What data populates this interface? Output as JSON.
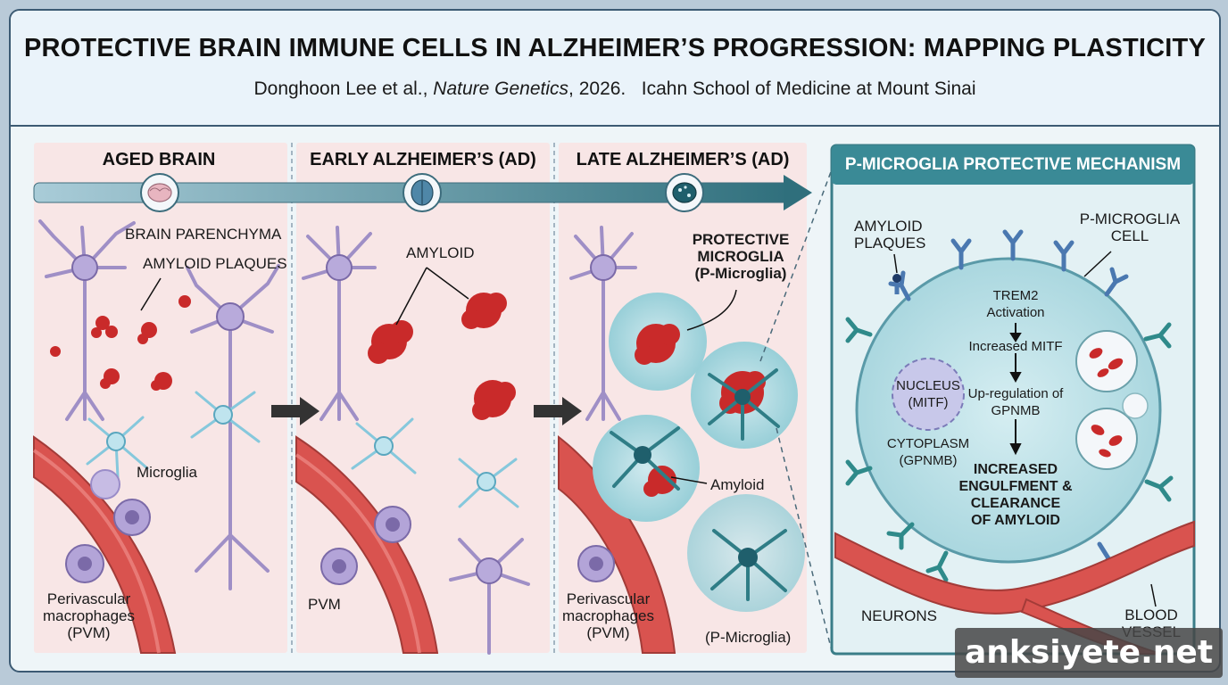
{
  "header": {
    "title": "PROTECTIVE BRAIN IMMUNE CELLS IN ALZHEIMER’S PROGRESSION: MAPPING PLASTICITY",
    "authors": "Donghoon Lee et al., ",
    "journal": "Nature Genetics",
    "year": ", 2026.",
    "institution": "Icahn School of Medicine at Mount Sinai"
  },
  "stages": [
    {
      "label": "AGED BRAIN",
      "icon": "brain-icon"
    },
    {
      "label": "EARLY ALZHEIMER’S (AD)",
      "icon": "brain-scan-icon"
    },
    {
      "label": "LATE ALZHEIMER’S (AD)",
      "icon": "brain-network-icon"
    }
  ],
  "panel1": {
    "parenchyma": "BRAIN PARENCHYMA",
    "plaques": "AMYLOID PLAQUES",
    "microglia": "Microglia",
    "pvm": "Perivascular\nmacrophages\n(PVM)"
  },
  "panel2": {
    "amyloid": "AMYLOID",
    "pvm": "PVM"
  },
  "panel3": {
    "protective": "PROTECTIVE\nMICROGLIA\n(P-Microglia)",
    "amyloid": "Amyloid",
    "pvm": "Perivascular\nmacrophages\n(PVM)",
    "pmicroglia": "(P-Microglia)"
  },
  "mechanism": {
    "title": "P-MICROGLIA PROTECTIVE MECHANISM",
    "amyloid_plaques": "AMYLOID\nPLAQUES",
    "cell": "P-MICROGLIA\nCELL",
    "nucleus": "NUCLEUS\n(MITF)",
    "cytoplasm": "CYTOPLASM\n(GPNMB)",
    "step1": "TREM2\nActivation",
    "step2": "Increased MITF",
    "step3": "Up-regulation of\nGPNMB",
    "result": "INCREASED\nENGULFMENT &\nCLEARANCE\nOF AMYLOID",
    "neurons": "NEURONS",
    "blood_vessel": "BLOOD\nVESSEL"
  },
  "watermark": "anksiyete.net",
  "colors": {
    "frame": "#3c5a73",
    "arrow_start": "#a9ccd8",
    "arrow_end": "#2f6f7c",
    "amyloid": "#c92a2a",
    "neuron": "#9f8fc6",
    "microglia": "#86c8dc",
    "p_microglia": "#2f7d86",
    "vessel": "#d9534f",
    "mechanism_header": "#3a8a96"
  }
}
